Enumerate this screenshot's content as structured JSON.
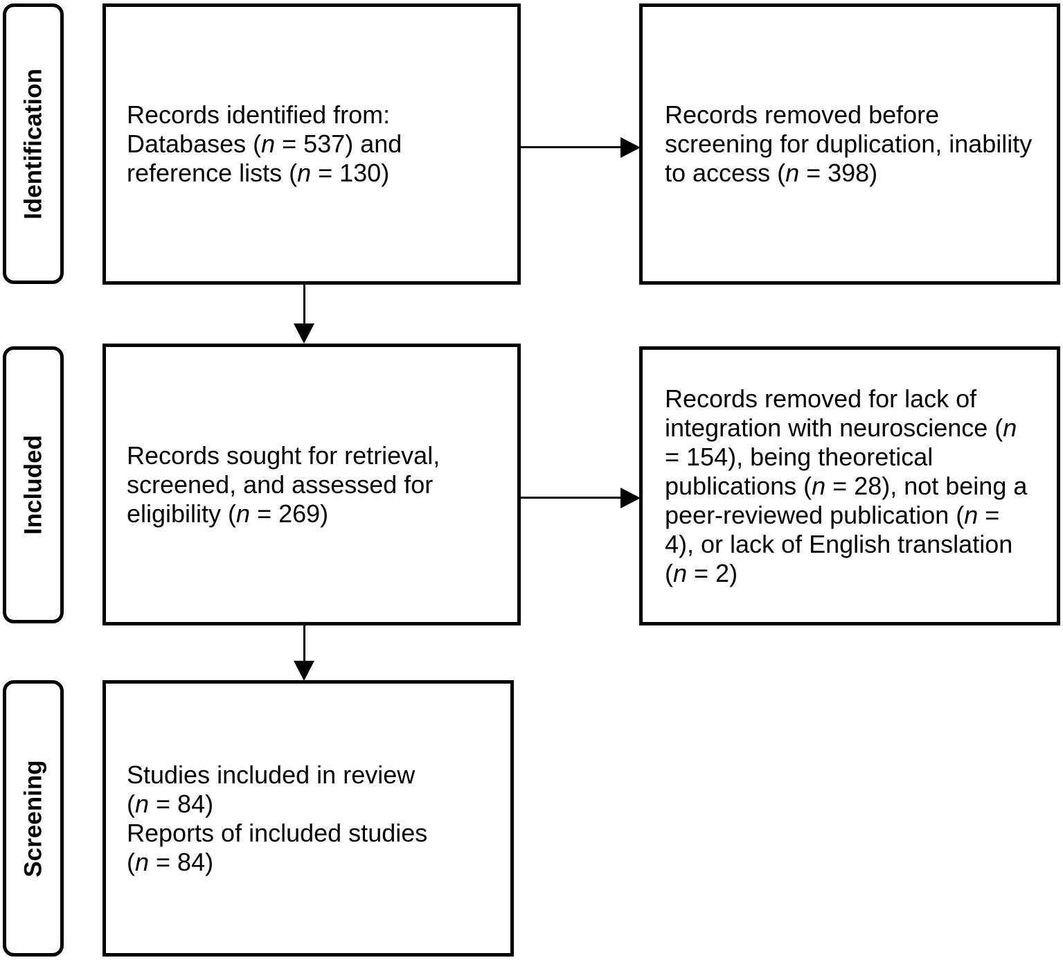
{
  "diagram": {
    "type": "prisma-flow-diagram",
    "colors": {
      "stroke": "#000000",
      "background": "#ffffff",
      "text": "#000000"
    },
    "stages": [
      {
        "id": "identification",
        "label": "Identification"
      },
      {
        "id": "included",
        "label": "Included"
      },
      {
        "id": "screening",
        "label": "Screening"
      }
    ],
    "boxes": [
      {
        "id": "records-identified",
        "column": "left",
        "row": 1,
        "lines": [
          {
            "text": "Records identified from:"
          },
          {
            "text": "Databases (",
            "italic_token": "n",
            "after": " = 537) and"
          },
          {
            "text": "reference lists (",
            "italic_token": "n",
            "after": " = 130)"
          }
        ],
        "plain_text": "Records identified from: Databases (n = 537) and reference lists (n = 130)",
        "counts": {
          "databases": 537,
          "reference_lists": 130
        }
      },
      {
        "id": "records-removed-before-screening",
        "column": "right",
        "row": 1,
        "lines": [
          {
            "text": "Records removed before"
          },
          {
            "text": "screening for duplication, inability"
          },
          {
            "text": "to access (",
            "italic_token": "n",
            "after": " = 398)"
          }
        ],
        "plain_text": "Records removed before screening for duplication, inability to access (n = 398)",
        "counts": {
          "removed_before_screening": 398
        }
      },
      {
        "id": "records-sought-screened-assessed",
        "column": "left",
        "row": 2,
        "lines": [
          {
            "text": "Records sought for retrieval,"
          },
          {
            "text": "screened, and assessed for"
          },
          {
            "text": "eligibility (",
            "italic_token": "n",
            "after": " = 269)"
          }
        ],
        "plain_text": "Records sought for retrieval, screened, and assessed for eligibility (n = 269)",
        "counts": {
          "sought_screened_assessed": 269
        }
      },
      {
        "id": "records-removed-reasons",
        "column": "right",
        "row": 2,
        "lines": [
          {
            "text": "Records removed for lack of"
          },
          {
            "text": "integration with neuroscience (",
            "italic_token": "n",
            "after": ""
          },
          {
            "text": "= 154), being theoretical"
          },
          {
            "text": "publications (",
            "italic_token": "n",
            "after": " = 28), not being a"
          },
          {
            "text": "peer-reviewed publication (",
            "italic_token": "n",
            "after": " ="
          },
          {
            "text": "4), or lack of English translation"
          },
          {
            "text": "(",
            "italic_token": "n",
            "after": " = 2)"
          }
        ],
        "plain_text": "Records removed for lack of integration with neuroscience (n = 154), being theoretical publications (n = 28), not being a peer-reviewed publication (n = 4), or lack of English translation (n = 2)",
        "counts": {
          "lack_of_integration_with_neuroscience": 154,
          "theoretical_publications": 28,
          "not_peer_reviewed": 4,
          "lack_of_english_translation": 2
        }
      },
      {
        "id": "studies-included",
        "column": "left",
        "row": 3,
        "lines": [
          {
            "text": "Studies included in review"
          },
          {
            "text": "(",
            "italic_token": "n",
            "after": " = 84)"
          },
          {
            "text": "Reports of included studies"
          },
          {
            "text": "(",
            "italic_token": "n",
            "after": " = 84)"
          }
        ],
        "plain_text": "Studies included in review (n = 84) Reports of included studies (n = 84)",
        "counts": {
          "studies_included": 84,
          "reports_of_included_studies": 84
        }
      }
    ],
    "connectors": [
      {
        "id": "identified-to-removed",
        "from": "records-identified",
        "to": "records-removed-before-screening",
        "direction": "right"
      },
      {
        "id": "identified-to-sought",
        "from": "records-identified",
        "to": "records-sought-screened-assessed",
        "direction": "down"
      },
      {
        "id": "sought-to-removed-reasons",
        "from": "records-sought-screened-assessed",
        "to": "records-removed-reasons",
        "direction": "right"
      },
      {
        "id": "sought-to-included",
        "from": "records-sought-screened-assessed",
        "to": "studies-included",
        "direction": "down"
      }
    ]
  }
}
